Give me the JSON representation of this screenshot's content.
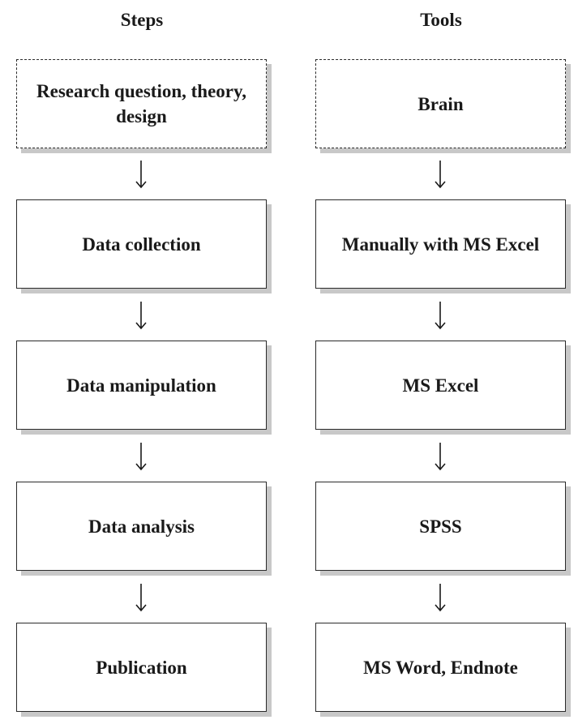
{
  "columns": {
    "steps": {
      "title": "Steps",
      "boxes": [
        "Research question, theory, design",
        "Data collection",
        "Data manipulation",
        "Data analysis",
        "Publication"
      ]
    },
    "tools": {
      "title": "Tools",
      "boxes": [
        "Brain",
        "Manually with MS Excel",
        "MS Excel",
        "SPSS",
        "MS Word, Endnote"
      ]
    }
  }
}
